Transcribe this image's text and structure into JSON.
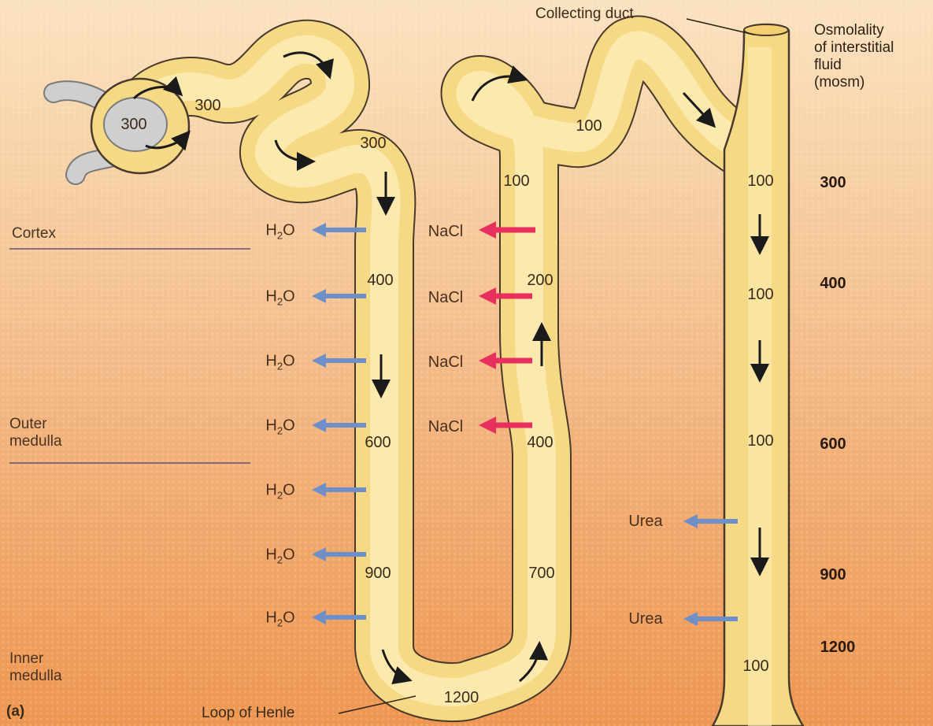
{
  "labels": {
    "collecting_duct": "Collecting duct",
    "loop_of_henle": "Loop of Henle",
    "panel": "(a)",
    "osmolality_header": [
      "Osmolality",
      "of interstitial",
      "fluid",
      "(mosm)"
    ]
  },
  "zones": {
    "cortex": "Cortex",
    "outer_medulla": [
      "Outer",
      "medulla"
    ],
    "inner_medulla": [
      "Inner",
      "medulla"
    ]
  },
  "tubule_values": {
    "glomerulus": "300",
    "pct_upper": "300",
    "pct_lower": "300",
    "desc_400": "400",
    "desc_600": "600",
    "desc_900": "900",
    "bottom_1200": "1200",
    "asc_100": "100",
    "asc_200": "200",
    "asc_400": "400",
    "asc_700": "700",
    "dct_100": "100",
    "cd_1": "100",
    "cd_2": "100",
    "cd_3": "100",
    "cd_4": "100"
  },
  "interstitial_osmolality": [
    "300",
    "400",
    "600",
    "900",
    "1200"
  ],
  "transport": {
    "water": [
      "H",
      "2",
      "O"
    ],
    "nacl": "NaCl",
    "urea": "Urea"
  },
  "colors": {
    "tubule_fill": "#f7dc8a",
    "tubule_outline": "#4a3a2c",
    "water_arrow": "#6f8fc8",
    "nacl_arrow": "#e8305f",
    "flow_arrow": "#1a1a1a"
  }
}
